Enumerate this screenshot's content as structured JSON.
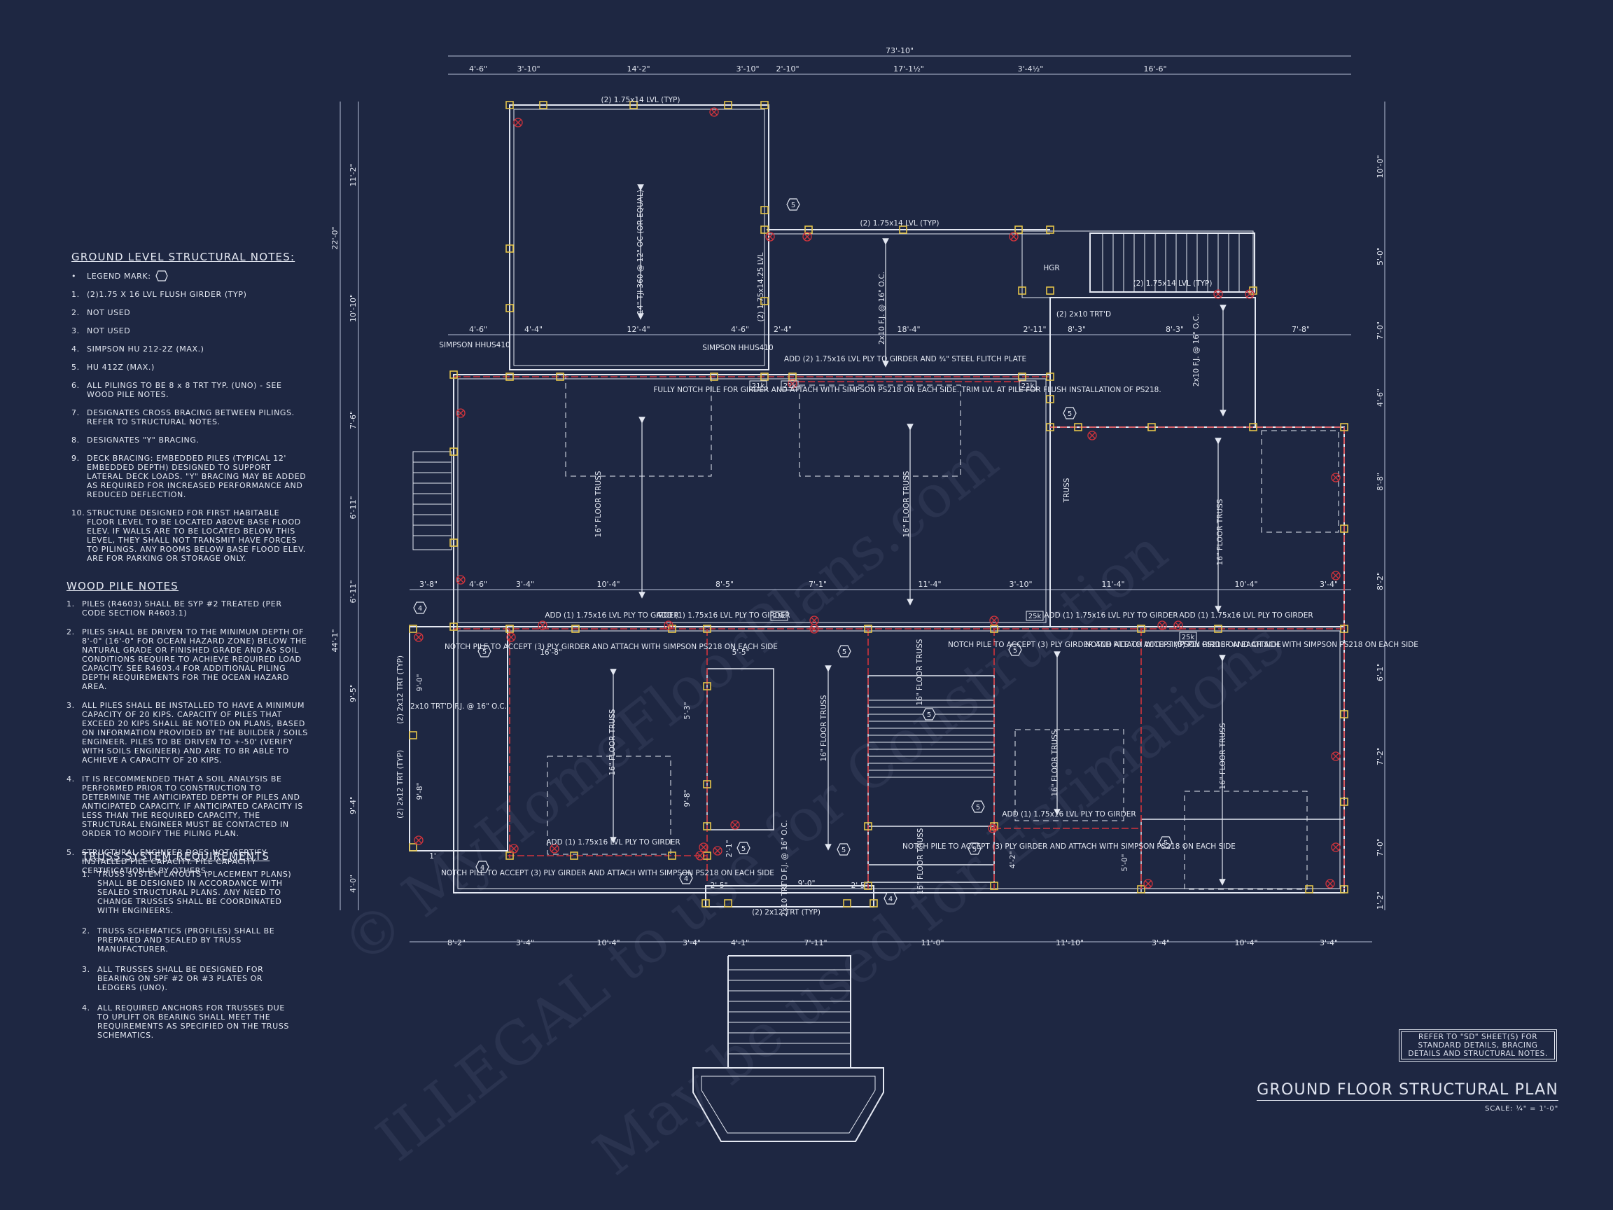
{
  "title": "GROUND FLOOR STRUCTURAL PLAN",
  "scale": "SCALE: ¼\" = 1'-0\"",
  "sd_note": "REFER TO \"SD\" SHEET(S) FOR STANDARD DETAILS, BRACING DETAILS AND STRUCTURAL NOTES.",
  "watermarks": [
    "© MyHomeFloorPlans.com",
    "ILLEGAL to use for Construction",
    "May be used for Estimations"
  ],
  "ground_notes": {
    "heading": "GROUND LEVEL STRUCTURAL NOTES:",
    "legend": "LEGEND MARK:",
    "items": [
      {
        "n": "1.",
        "text": "(2)1.75 X 16 LVL FLUSH GIRDER (TYP)"
      },
      {
        "n": "2.",
        "text": "NOT USED"
      },
      {
        "n": "3.",
        "text": "NOT USED"
      },
      {
        "n": "4.",
        "text": "SIMPSON HU 212-2Z (MAX.)"
      },
      {
        "n": "5.",
        "text": "HU 412Z (MAX.)"
      },
      {
        "n": "6.",
        "text": "ALL PILINGS TO BE 8 x 8 TRT TYP. (UNO) - SEE WOOD PILE NOTES."
      },
      {
        "n": "7.",
        "text": "DESIGNATES CROSS BRACING BETWEEN PILINGS. REFER TO STRUCTURAL NOTES."
      },
      {
        "n": "8.",
        "text": "DESIGNATES \"Y\" BRACING."
      },
      {
        "n": "9.",
        "text": "DECK BRACING: EMBEDDED PILES (TYPICAL 12' EMBEDDED DEPTH) DESIGNED TO SUPPORT LATERAL DECK LOADS. \"Y\" BRACING MAY BE ADDED AS REQUIRED FOR INCREASED PERFORMANCE AND REDUCED DEFLECTION."
      },
      {
        "n": "10.",
        "text": "STRUCTURE DESIGNED FOR FIRST HABITABLE FLOOR LEVEL TO BE LOCATED ABOVE BASE FLOOD ELEV. IF WALLS ARE TO BE LOCATED BELOW THIS LEVEL, THEY SHALL NOT TRANSMIT HAVE FORCES TO PILINGS. ANY ROOMS BELOW BASE FLOOD ELEV. ARE FOR PARKING OR STORAGE ONLY."
      }
    ]
  },
  "wood_pile_notes": {
    "heading": "WOOD PILE NOTES",
    "items": [
      {
        "n": "1.",
        "text": "PILES (R4603) SHALL BE SYP #2 TREATED (PER CODE SECTION R4603.1)"
      },
      {
        "n": "2.",
        "text": "PILES SHALL BE DRIVEN TO THE MINIMUM DEPTH OF 8'-0\" (16'-0\" FOR OCEAN HAZARD ZONE) BELOW THE NATURAL GRADE OR FINISHED GRADE AND AS SOIL CONDITIONS REQUIRE TO ACHIEVE REQUIRED LOAD CAPACITY. SEE R4603.4 FOR ADDITIONAL PILING DEPTH REQUIREMENTS FOR THE OCEAN HAZARD AREA."
      },
      {
        "n": "3.",
        "text": "ALL PILES SHALL BE INSTALLED TO HAVE A MINIMUM CAPACITY OF 20 KIPS. CAPACITY OF PILES THAT EXCEED 20 KIPS SHALL BE NOTED ON PLANS, BASED ON INFORMATION PROVIDED BY THE BUILDER / SOILS ENGINEER. PILES TO BE DRIVEN TO +-50' (VERIFY WITH SOILS ENGINEER) AND ARE TO BR ABLE TO ACHIEVE A CAPACITY OF 20 KIPS."
      },
      {
        "n": "4.",
        "text": "IT IS RECOMMENDED THAT A SOIL ANALYSIS BE PERFORMED PRIOR TO CONSTRUCTION TO DETERMINE THE ANTICIPATED DEPTH OF PILES AND ANTICIPATED CAPACITY. IF ANTICIPATED CAPACITY IS LESS THAN THE REQUIRED CAPACITY, THE STRUCTURAL ENGINEER MUST BE CONTACTED IN ORDER TO MODIFY THE PILING PLAN."
      },
      {
        "n": "5.",
        "text": "STRUCTURAL ENGINEER DOES NOT CERTIFY INSTALLED PILE CAPACITY. PILE CAPACITY CERTIFICATION IS BY OTHERS."
      }
    ]
  },
  "truss_notes": {
    "heading": "TRUSS SYSTEM REQUIREMENTS",
    "items": [
      {
        "n": "1.",
        "text": "TRUSS SYSTEM LAYOUTS (PLACEMENT PLANS) SHALL BE DESIGNED IN ACCORDANCE WITH SEALED STRUCTURAL PLANS. ANY NEED TO CHANGE TRUSSES SHALL BE COORDINATED WITH ENGINEERS."
      },
      {
        "n": "2.",
        "text": "TRUSS SCHEMATICS (PROFILES) SHALL BE PREPARED AND SEALED BY TRUSS MANUFACTURER."
      },
      {
        "n": "3.",
        "text": "ALL TRUSSES SHALL BE DESIGNED FOR BEARING ON SPF #2 OR #3 PLATES OR LEDGERS (UNO)."
      },
      {
        "n": "4.",
        "text": "ALL REQUIRED ANCHORS FOR TRUSSES DUE TO UPLIFT OR BEARING SHALL MEET THE REQUIREMENTS AS SPECIFIED ON THE TRUSS SCHEMATICS."
      }
    ]
  },
  "plan": {
    "dims_top_overall": "73'-10\"",
    "dims_top": [
      "4'-6\"",
      "3'-10\"",
      "14'-2\"",
      "3'-10\"",
      "2'-10\"",
      "17'-1½\"",
      "3'-4½\"",
      "16'-6\""
    ],
    "dims_top2": [
      "4'-6\"",
      "4'-4\"",
      "12'-4\"",
      "4'-6\"",
      "2'-4\"",
      "18'-4\"",
      "2'-11\"",
      "8'-3\"",
      "8'-3\"",
      "7'-8\""
    ],
    "dims_mid": [
      "3'-8\"",
      "4'-6\"",
      "3'-4\"",
      "10'-4\"",
      "8'-5\"",
      "7'-1\"",
      "11'-4\"",
      "3'-10\"",
      "11'-4\"",
      "10'-4\"",
      "3'-4\""
    ],
    "dims_bottom": [
      "8'-2\"",
      "3'-4\"",
      "10'-4\"",
      "3'-4\"",
      "4'-1\"",
      "7'-11\"",
      "11'-0\"",
      "11'-10\"",
      "3'-4\"",
      "10'-4\"",
      "3'-4\""
    ],
    "dims_left_overall": "44'-1\"",
    "dims_left_upper": "22'-0\"",
    "dims_left": [
      "11'-2\"",
      "10'-10\"",
      "7'-6\"",
      "6'-11\"",
      "6'-11\"",
      "9'-5\"",
      "9'-4\"",
      "4'-0\""
    ],
    "dims_right": [
      "10'-0\"",
      "5'-0\"",
      "7'-0\"",
      "4'-6\"",
      "8'-8\"",
      "8'-2\"",
      "6'-1\"",
      "7'-2\"",
      "7'-0\"",
      "1'-2\""
    ],
    "labels": {
      "lvl_top": "(2) 1.75x14 LVL (TYP)",
      "lvl_mid": "(2) 1.75x14 LVL (TYP)",
      "lvl_right": "(2) 1.75x14 LVL (TYP)",
      "lvl_vert": "(2) 1.75x14.25 LVL",
      "tji": "14\" TJI 360 @ 12\" OC (OR EQUAL)",
      "fj_center": "2x10 F.J. @ 16\" O.C.",
      "fj_right": "2x10 F.J. @ 16\" O.C.",
      "hgr": "HGR",
      "trtd": "(2) 2x10 TRT'D",
      "simpson_a": "SIMPSON HHUS410",
      "simpson_b": "SIMPSON HHUS410",
      "flitch": "ADD (2) 1.75x16 LVL PLY TO GIRDER AND ¾\" STEEL FLITCH PLATE",
      "notch_full": "FULLY NOTCH PILE FOR GIRDER AND ATTACH WITH SIMPSON PS218 ON EACH SIDE. TRIM LVL AT PILE FOR FLUSH INSTALLATION OF PS218.",
      "floor_truss": "16\" FLOOR TRUSS",
      "truss": "TRUSS",
      "add_ply": "ADD (1) 1.75x16 LVL PLY TO GIRDER",
      "notch_pile": "NOTCH PILE TO ACCEPT (3) PLY GIRDER AND ATTACH WITH SIMPSON PS218 ON EACH SIDE",
      "trtd_left": "2x10 TRT'D F.J. @ 16\" O.C.",
      "trt_left_a": "(2) 2x12 TRT (TYP)",
      "trt_left_b": "(2) 2x12 TRT (TYP)",
      "trt_bottom": "(2) 2x12 TRT (TYP)",
      "trtd_bottom": "2x10 TRT'D F.J. @ 16\" O.C.",
      "d_9_0": "9'-0\"",
      "d_9_8": "9'-8\"",
      "d_16_8": "16'-8\"",
      "d_5_5": "5'-5\"",
      "d_5_3": "5'-3\"",
      "d_9_8b": "9'-8\"",
      "d_2_5": "2'-5\"",
      "d_9_0b": "9'-0\"",
      "d_2_5b": "2'-5\"",
      "d_2_1": "2'-1\"",
      "d_4_2": "4'-2\"",
      "d_5_0": "5'-0\"",
      "d_1": "1'",
      "tag_21k": "21k",
      "tag_25k": "25k"
    }
  }
}
